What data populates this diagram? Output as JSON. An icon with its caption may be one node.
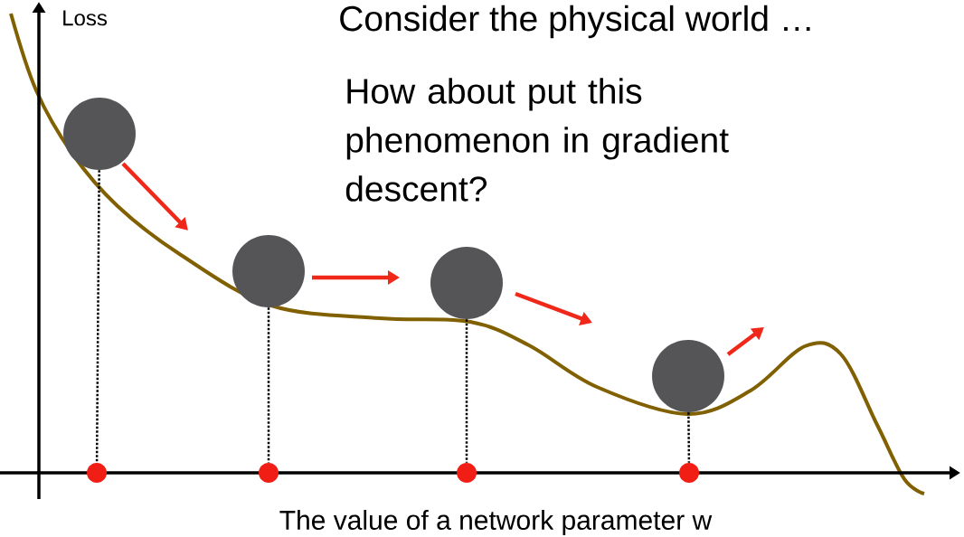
{
  "diagram": {
    "title": "Consider the physical world …",
    "nodes": [
      {
        "text": [],
        "shape": "circle"
      },
      {
        "text": [],
        "shape": "circle"
      },
      {
        "text": [],
        "shape": "circle"
      },
      {
        "text": [],
        "shape": "circle"
      },
      {
        "text": [],
        "shape": "circle"
      },
      {
        "text": [],
        "shape": "circle"
      },
      {
        "text": [],
        "shape": "circle"
      },
      {
        "text": [],
        "shape": "circle"
      }
    ],
    "edges": [
      {
        "from": 0,
        "to": 4,
        "arrow": "none",
        "style": "dashed"
      },
      {
        "from": 1,
        "to": 5,
        "arrow": "none",
        "style": "dashed"
      },
      {
        "from": 2,
        "to": 6,
        "arrow": "none",
        "style": "dashed"
      },
      {
        "from": 3,
        "to": 7,
        "arrow": "none",
        "style": "dashed"
      }
    ],
    "labels": [
      "Loss",
      "How about put this phenomenon in gradient descent?",
      "The value of a network parameter w"
    ]
  }
}
